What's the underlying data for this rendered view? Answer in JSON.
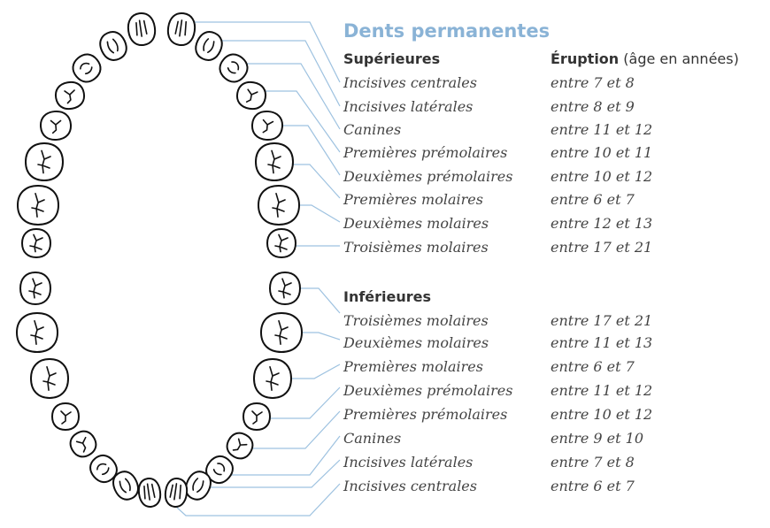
{
  "colors": {
    "title": "#8ab3d6",
    "leader": "#9ec2e0",
    "text": "#444444",
    "tooth_outline": "#111111"
  },
  "title": "Dents permanentes",
  "upper": {
    "heading": "Supérieures",
    "rows": [
      {
        "name": "Incisives centrales",
        "age": "entre 7 et 8"
      },
      {
        "name": "Incisives latérales",
        "age": "entre 8 et 9"
      },
      {
        "name": "Canines",
        "age": "entre 11 et 12"
      },
      {
        "name": "Premières prémolaires",
        "age": "entre 10 et 11"
      },
      {
        "name": "Deuxièmes prémolaires",
        "age": "entre 10 et 12"
      },
      {
        "name": "Premières molaires",
        "age": "entre 6 et 7"
      },
      {
        "name": "Deuxièmes molaires",
        "age": "entre 12 et 13"
      },
      {
        "name": "Troisièmes molaires",
        "age": "entre 17 et 21"
      }
    ]
  },
  "lower": {
    "heading": "Inférieures",
    "rows": [
      {
        "name": "Troisièmes molaires",
        "age": "entre 17 et 21"
      },
      {
        "name": "Deuxièmes molaires",
        "age": "entre 11 et 13"
      },
      {
        "name": "Premières molaires",
        "age": "entre 6 et 7"
      },
      {
        "name": "Deuxièmes prémolaires",
        "age": "entre 11 et 12"
      },
      {
        "name": "Premières prémolaires",
        "age": "entre 10 et 12"
      },
      {
        "name": "Canines",
        "age": "entre 9 et 10"
      },
      {
        "name": "Incisives latérales",
        "age": "entre 7 et 8"
      },
      {
        "name": "Incisives centrales",
        "age": "entre 6 et 7"
      }
    ]
  },
  "eruption_header": {
    "label": "Éruption",
    "suffix": " (âge en années)"
  }
}
